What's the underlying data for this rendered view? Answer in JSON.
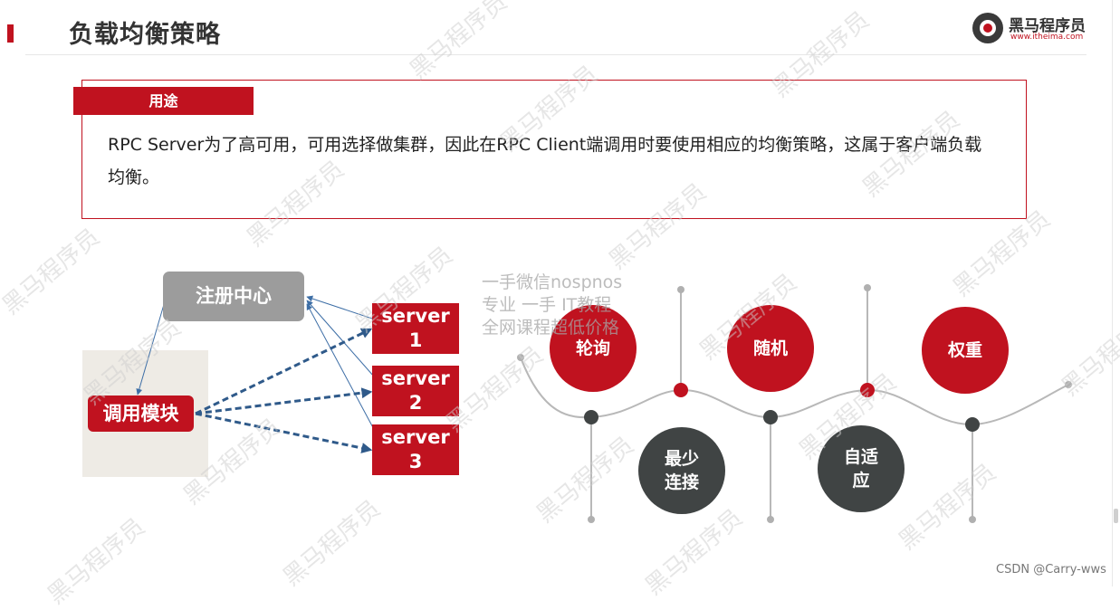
{
  "header": {
    "title": "负载均衡策略",
    "logo_text": "黑马程序员",
    "logo_url": "www.itheima.com"
  },
  "purpose": {
    "tab_label": "用途",
    "text": "RPC Server为了高可用，可用选择做集群，因此在RPC Client端调用时要使用相应的均衡策略，这属于客户端负载均衡。"
  },
  "diagram": {
    "registry": "注册中心",
    "invoker": "调用模块",
    "servers": [
      {
        "line1": "server",
        "line2": "1"
      },
      {
        "line1": "server",
        "line2": "2"
      },
      {
        "line1": "server",
        "line2": "3"
      }
    ]
  },
  "strategies": {
    "round_robin": "轮询",
    "random": "随机",
    "weighted": "权重",
    "least_conn_line1": "最少",
    "least_conn_line2": "连接",
    "adaptive_line1": "自适",
    "adaptive_line2": "应"
  },
  "watermarks": {
    "brand": "黑马程序员",
    "note_line1": "一手微信nospnos",
    "note_line2": "专业  一手  IT教程",
    "note_line3": "全网课程超低价格"
  },
  "credit": "CSDN @Carry-wws",
  "colors": {
    "brand_red": "#c0121f",
    "dark_node": "#404444",
    "registry_gray": "#9c9c9c",
    "panel_beige": "#eeebe5",
    "arrow_blue": "#3d6ea6"
  }
}
